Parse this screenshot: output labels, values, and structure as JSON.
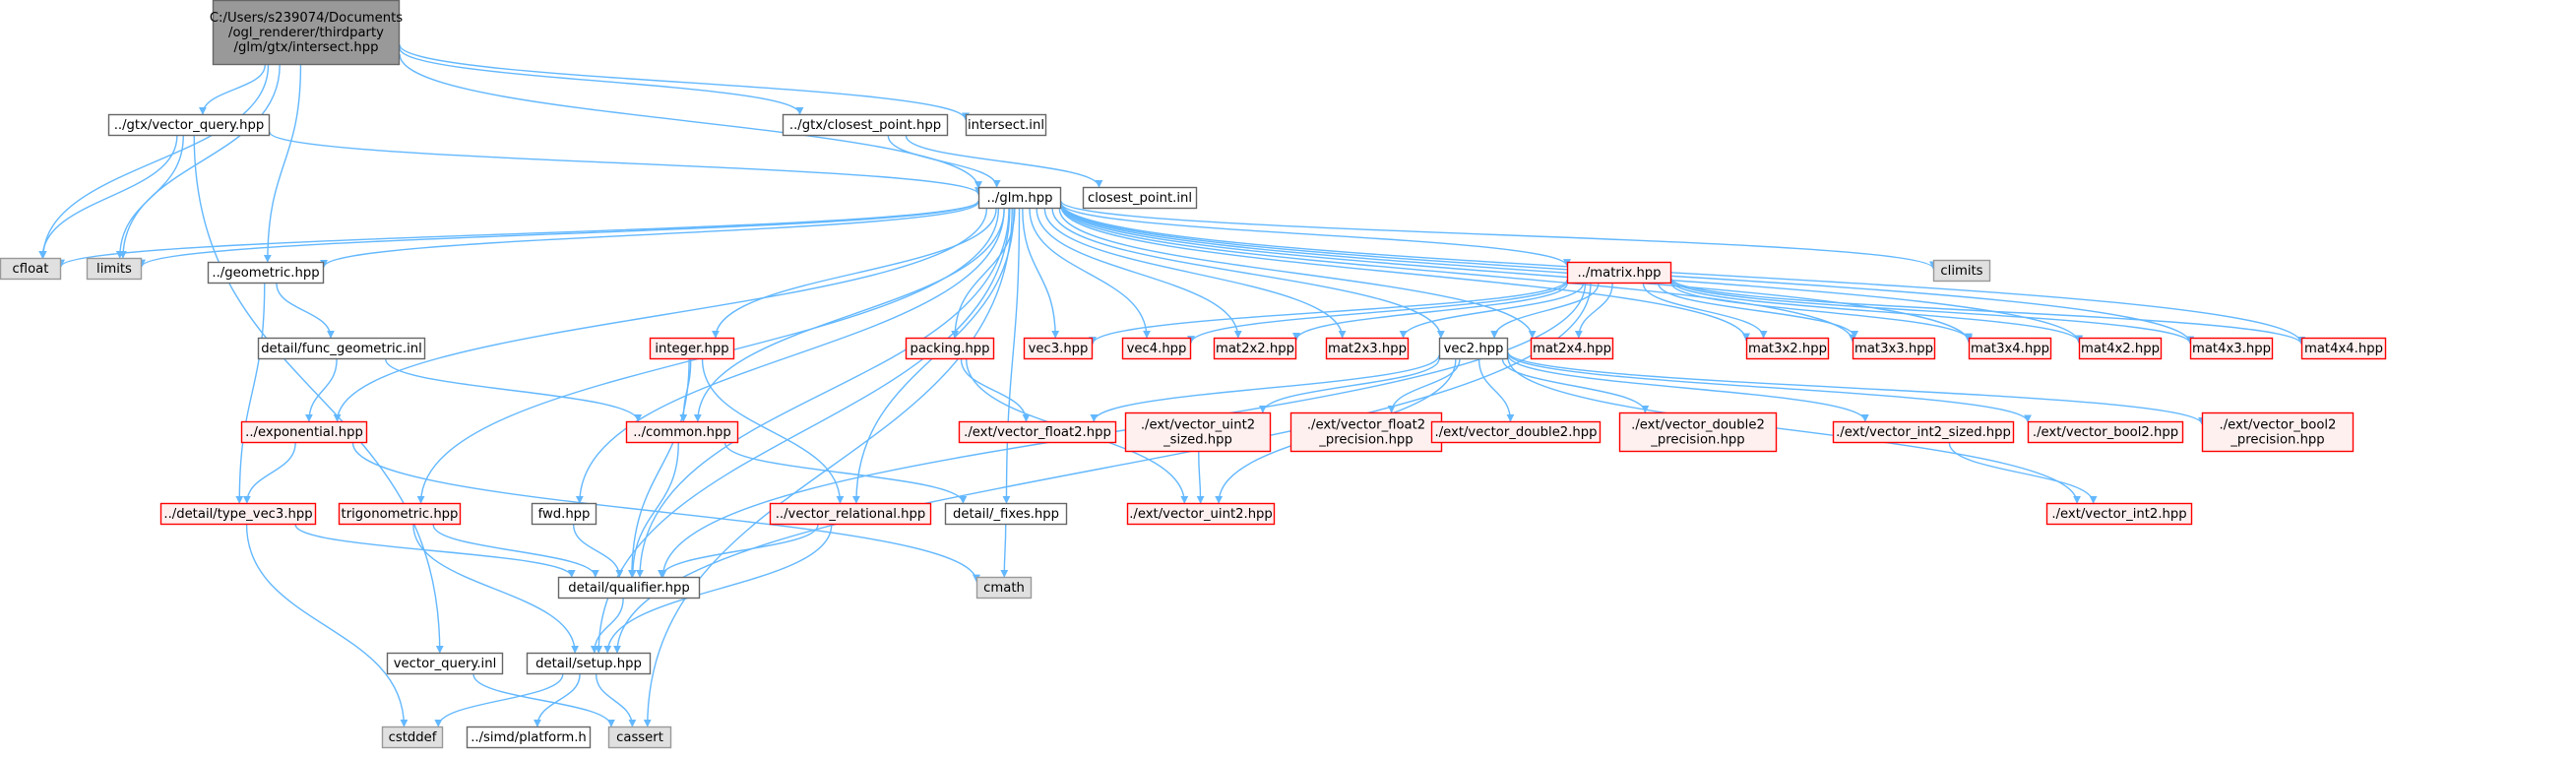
{
  "colors": {
    "edge": "#63b8ff",
    "root_fill": "#999999",
    "root_stroke": "#666666",
    "normal_fill": "#ffffff",
    "normal_stroke": "#666666",
    "external_fill": "#e0e0e0",
    "external_stroke": "#999999",
    "truncated_fill": "#fff0f0",
    "truncated_stroke": "#ff0000"
  },
  "nodes": [
    {
      "id": "root",
      "style": "root",
      "lines": [
        "C:/Users/s239074/Documents",
        "/ogl_renderer/thirdparty",
        "/glm/gtx/intersect.hpp"
      ]
    },
    {
      "id": "cfloat",
      "style": "external",
      "lines": [
        "cfloat"
      ]
    },
    {
      "id": "limits",
      "style": "external",
      "lines": [
        "limits"
      ]
    },
    {
      "id": "vector_query_hpp",
      "style": "normal",
      "lines": [
        "../gtx/vector_query.hpp"
      ]
    },
    {
      "id": "closest_point_hpp",
      "style": "normal",
      "lines": [
        "../gtx/closest_point.hpp"
      ]
    },
    {
      "id": "intersect_inl",
      "style": "normal",
      "lines": [
        "intersect.inl"
      ]
    },
    {
      "id": "glm_hpp",
      "style": "normal",
      "lines": [
        "../glm.hpp"
      ]
    },
    {
      "id": "closest_point_inl",
      "style": "normal",
      "lines": [
        "closest_point.inl"
      ]
    },
    {
      "id": "geometric_hpp",
      "style": "normal",
      "lines": [
        "../geometric.hpp"
      ]
    },
    {
      "id": "climits",
      "style": "external",
      "lines": [
        "climits"
      ]
    },
    {
      "id": "matrix_hpp",
      "style": "truncated",
      "lines": [
        "../matrix.hpp"
      ]
    },
    {
      "id": "func_geometric_inl",
      "style": "normal",
      "lines": [
        "detail/func_geometric.inl"
      ]
    },
    {
      "id": "integer_hpp",
      "style": "truncated",
      "lines": [
        "integer.hpp"
      ]
    },
    {
      "id": "packing_hpp",
      "style": "truncated",
      "lines": [
        "packing.hpp"
      ]
    },
    {
      "id": "vec3_hpp",
      "style": "truncated",
      "lines": [
        "vec3.hpp"
      ]
    },
    {
      "id": "vec4_hpp",
      "style": "truncated",
      "lines": [
        "vec4.hpp"
      ]
    },
    {
      "id": "mat2x2_hpp",
      "style": "truncated",
      "lines": [
        "mat2x2.hpp"
      ]
    },
    {
      "id": "mat2x3_hpp",
      "style": "truncated",
      "lines": [
        "mat2x3.hpp"
      ]
    },
    {
      "id": "vec2_hpp",
      "style": "normal",
      "lines": [
        "vec2.hpp"
      ]
    },
    {
      "id": "mat2x4_hpp",
      "style": "truncated",
      "lines": [
        "mat2x4.hpp"
      ]
    },
    {
      "id": "mat3x2_hpp",
      "style": "truncated",
      "lines": [
        "mat3x2.hpp"
      ]
    },
    {
      "id": "mat3x3_hpp",
      "style": "truncated",
      "lines": [
        "mat3x3.hpp"
      ]
    },
    {
      "id": "mat3x4_hpp",
      "style": "truncated",
      "lines": [
        "mat3x4.hpp"
      ]
    },
    {
      "id": "mat4x2_hpp",
      "style": "truncated",
      "lines": [
        "mat4x2.hpp"
      ]
    },
    {
      "id": "mat4x3_hpp",
      "style": "truncated",
      "lines": [
        "mat4x3.hpp"
      ]
    },
    {
      "id": "mat4x4_hpp",
      "style": "truncated",
      "lines": [
        "mat4x4.hpp"
      ]
    },
    {
      "id": "exponential_hpp",
      "style": "truncated",
      "lines": [
        "../exponential.hpp"
      ]
    },
    {
      "id": "common_hpp",
      "style": "truncated",
      "lines": [
        "../common.hpp"
      ]
    },
    {
      "id": "vector_float2_hpp",
      "style": "truncated",
      "lines": [
        "./ext/vector_float2.hpp"
      ]
    },
    {
      "id": "vector_uint2_sized_hpp",
      "style": "truncated",
      "lines": [
        "./ext/vector_uint2",
        "_sized.hpp"
      ]
    },
    {
      "id": "vector_float2_precision_hpp",
      "style": "truncated",
      "lines": [
        "./ext/vector_float2",
        "_precision.hpp"
      ]
    },
    {
      "id": "vector_double2_hpp",
      "style": "truncated",
      "lines": [
        "./ext/vector_double2.hpp"
      ]
    },
    {
      "id": "vector_double2_precision_hpp",
      "style": "truncated",
      "lines": [
        "./ext/vector_double2",
        "_precision.hpp"
      ]
    },
    {
      "id": "vector_int2_sized_hpp",
      "style": "truncated",
      "lines": [
        "./ext/vector_int2_sized.hpp"
      ]
    },
    {
      "id": "vector_bool2_hpp",
      "style": "truncated",
      "lines": [
        "./ext/vector_bool2.hpp"
      ]
    },
    {
      "id": "vector_bool2_precision_hpp",
      "style": "truncated",
      "lines": [
        "./ext/vector_bool2",
        "_precision.hpp"
      ]
    },
    {
      "id": "type_vec3_hpp",
      "style": "truncated",
      "lines": [
        "../detail/type_vec3.hpp"
      ]
    },
    {
      "id": "trigonometric_hpp",
      "style": "truncated",
      "lines": [
        "trigonometric.hpp"
      ]
    },
    {
      "id": "fwd_hpp",
      "style": "normal",
      "lines": [
        "fwd.hpp"
      ]
    },
    {
      "id": "vector_relational_hpp",
      "style": "truncated",
      "lines": [
        "../vector_relational.hpp"
      ]
    },
    {
      "id": "fixes_hpp",
      "style": "normal",
      "lines": [
        "detail/_fixes.hpp"
      ]
    },
    {
      "id": "vector_uint2_hpp",
      "style": "truncated",
      "lines": [
        "./ext/vector_uint2.hpp"
      ]
    },
    {
      "id": "vector_int2_hpp",
      "style": "truncated",
      "lines": [
        "./ext/vector_int2.hpp"
      ]
    },
    {
      "id": "qualifier_hpp",
      "style": "normal",
      "lines": [
        "detail/qualifier.hpp"
      ]
    },
    {
      "id": "cmath",
      "style": "external",
      "lines": [
        "cmath"
      ]
    },
    {
      "id": "vector_query_inl",
      "style": "normal",
      "lines": [
        "vector_query.inl"
      ]
    },
    {
      "id": "setup_hpp",
      "style": "normal",
      "lines": [
        "detail/setup.hpp"
      ]
    },
    {
      "id": "cstddef",
      "style": "external",
      "lines": [
        "cstddef"
      ]
    },
    {
      "id": "platform_h",
      "style": "normal",
      "lines": [
        "../simd/platform.h"
      ]
    },
    {
      "id": "cassert",
      "style": "external",
      "lines": [
        "cassert"
      ]
    }
  ],
  "edges": [
    [
      "root",
      "cfloat"
    ],
    [
      "root",
      "limits"
    ],
    [
      "root",
      "vector_query_hpp"
    ],
    [
      "root",
      "closest_point_hpp"
    ],
    [
      "root",
      "intersect_inl"
    ],
    [
      "root",
      "glm_hpp"
    ],
    [
      "root",
      "geometric_hpp"
    ],
    [
      "vector_query_hpp",
      "cfloat"
    ],
    [
      "vector_query_hpp",
      "limits"
    ],
    [
      "vector_query_hpp",
      "glm_hpp"
    ],
    [
      "vector_query_hpp",
      "vector_query_inl"
    ],
    [
      "closest_point_hpp",
      "glm_hpp"
    ],
    [
      "closest_point_hpp",
      "closest_point_inl"
    ],
    [
      "glm_hpp",
      "cfloat"
    ],
    [
      "glm_hpp",
      "limits"
    ],
    [
      "glm_hpp",
      "geometric_hpp"
    ],
    [
      "glm_hpp",
      "climits"
    ],
    [
      "glm_hpp",
      "matrix_hpp"
    ],
    [
      "glm_hpp",
      "integer_hpp"
    ],
    [
      "glm_hpp",
      "packing_hpp"
    ],
    [
      "glm_hpp",
      "vec3_hpp"
    ],
    [
      "glm_hpp",
      "vec4_hpp"
    ],
    [
      "glm_hpp",
      "mat2x2_hpp"
    ],
    [
      "glm_hpp",
      "mat2x3_hpp"
    ],
    [
      "glm_hpp",
      "vec2_hpp"
    ],
    [
      "glm_hpp",
      "mat2x4_hpp"
    ],
    [
      "glm_hpp",
      "mat3x2_hpp"
    ],
    [
      "glm_hpp",
      "mat3x3_hpp"
    ],
    [
      "glm_hpp",
      "mat3x4_hpp"
    ],
    [
      "glm_hpp",
      "mat4x2_hpp"
    ],
    [
      "glm_hpp",
      "mat4x3_hpp"
    ],
    [
      "glm_hpp",
      "mat4x4_hpp"
    ],
    [
      "glm_hpp",
      "exponential_hpp"
    ],
    [
      "glm_hpp",
      "common_hpp"
    ],
    [
      "glm_hpp",
      "trigonometric_hpp"
    ],
    [
      "glm_hpp",
      "fwd_hpp"
    ],
    [
      "glm_hpp",
      "vector_relational_hpp"
    ],
    [
      "glm_hpp",
      "fixes_hpp"
    ],
    [
      "glm_hpp",
      "qualifier_hpp"
    ],
    [
      "glm_hpp",
      "setup_hpp"
    ],
    [
      "glm_hpp",
      "cassert"
    ],
    [
      "geometric_hpp",
      "func_geometric_inl"
    ],
    [
      "geometric_hpp",
      "type_vec3_hpp"
    ],
    [
      "func_geometric_inl",
      "exponential_hpp"
    ],
    [
      "func_geometric_inl",
      "common_hpp"
    ],
    [
      "matrix_hpp",
      "vec2_hpp"
    ],
    [
      "matrix_hpp",
      "vec3_hpp"
    ],
    [
      "matrix_hpp",
      "vec4_hpp"
    ],
    [
      "matrix_hpp",
      "mat2x2_hpp"
    ],
    [
      "matrix_hpp",
      "mat2x3_hpp"
    ],
    [
      "matrix_hpp",
      "mat2x4_hpp"
    ],
    [
      "matrix_hpp",
      "mat3x2_hpp"
    ],
    [
      "matrix_hpp",
      "mat3x3_hpp"
    ],
    [
      "matrix_hpp",
      "mat3x4_hpp"
    ],
    [
      "matrix_hpp",
      "mat4x2_hpp"
    ],
    [
      "matrix_hpp",
      "mat4x3_hpp"
    ],
    [
      "matrix_hpp",
      "mat4x4_hpp"
    ],
    [
      "matrix_hpp",
      "qualifier_hpp"
    ],
    [
      "matrix_hpp",
      "setup_hpp"
    ],
    [
      "integer_hpp",
      "common_hpp"
    ],
    [
      "integer_hpp",
      "qualifier_hpp"
    ],
    [
      "integer_hpp",
      "vector_relational_hpp"
    ],
    [
      "packing_hpp",
      "vector_float2_hpp"
    ],
    [
      "packing_hpp",
      "vector_uint2_hpp"
    ],
    [
      "vec2_hpp",
      "vector_float2_hpp"
    ],
    [
      "vec2_hpp",
      "vector_uint2_sized_hpp"
    ],
    [
      "vec2_hpp",
      "vector_float2_precision_hpp"
    ],
    [
      "vec2_hpp",
      "vector_double2_hpp"
    ],
    [
      "vec2_hpp",
      "vector_double2_precision_hpp"
    ],
    [
      "vec2_hpp",
      "vector_int2_sized_hpp"
    ],
    [
      "vec2_hpp",
      "vector_bool2_hpp"
    ],
    [
      "vec2_hpp",
      "vector_bool2_precision_hpp"
    ],
    [
      "vec2_hpp",
      "vector_uint2_hpp"
    ],
    [
      "vec2_hpp",
      "vector_int2_hpp"
    ],
    [
      "vector_uint2_sized_hpp",
      "vector_uint2_hpp"
    ],
    [
      "vector_int2_sized_hpp",
      "vector_int2_hpp"
    ],
    [
      "exponential_hpp",
      "type_vec3_hpp"
    ],
    [
      "exponential_hpp",
      "cmath"
    ],
    [
      "common_hpp",
      "qualifier_hpp"
    ],
    [
      "common_hpp",
      "fixes_hpp"
    ],
    [
      "type_vec3_hpp",
      "qualifier_hpp"
    ],
    [
      "type_vec3_hpp",
      "cstddef"
    ],
    [
      "trigonometric_hpp",
      "qualifier_hpp"
    ],
    [
      "trigonometric_hpp",
      "setup_hpp"
    ],
    [
      "fwd_hpp",
      "qualifier_hpp"
    ],
    [
      "vector_relational_hpp",
      "qualifier_hpp"
    ],
    [
      "vector_relational_hpp",
      "setup_hpp"
    ],
    [
      "fixes_hpp",
      "cmath"
    ],
    [
      "qualifier_hpp",
      "setup_hpp"
    ],
    [
      "vector_query_inl",
      "cassert"
    ],
    [
      "setup_hpp",
      "cassert"
    ],
    [
      "setup_hpp",
      "cstddef"
    ],
    [
      "setup_hpp",
      "platform_h"
    ]
  ]
}
